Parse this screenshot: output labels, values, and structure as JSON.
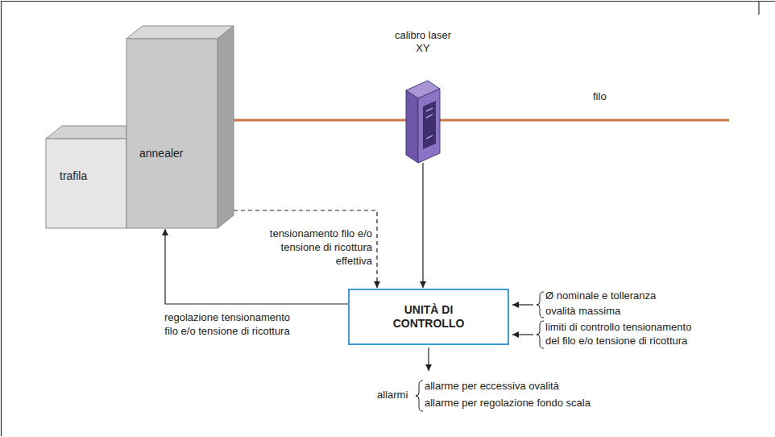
{
  "diagram": {
    "nodes": [
      {
        "text": [
          "trafila"
        ]
      },
      {
        "text": [
          "annealer"
        ]
      },
      {
        "text": [
          "calibro laser XY"
        ]
      },
      {
        "text": [
          "UNITÀ DI CONTROLLO"
        ]
      }
    ],
    "edges": [
      {
        "from": 1,
        "to": 2,
        "arrow": "none"
      },
      {
        "from": 1,
        "to": 3,
        "arrow": "to",
        "label": "tensionamento filo e/o tensione di ricottura effettiva"
      },
      {
        "from": 2,
        "to": 3,
        "arrow": "to"
      },
      {
        "from": 3,
        "to": 1,
        "arrow": "to",
        "label": "regolazione tensionamento filo e/o tensione di ricottura"
      }
    ],
    "labels": [
      "filo",
      "Ø nominale e tolleranza",
      "ovalità massima",
      "limiti di controllo tensionamento del filo e/o tensione di ricottura",
      "allarmi",
      "allarme per eccessiva ovalità",
      "allarme per regolazione fondo scala"
    ]
  }
}
